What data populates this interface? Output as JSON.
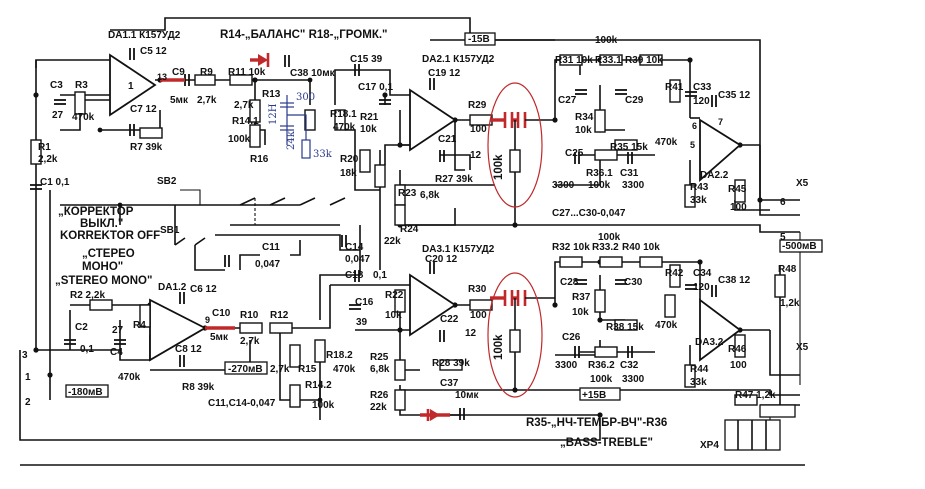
{
  "colors": {
    "ink": "#111111",
    "annotation_red": "#c0282a",
    "annotation_blue": "#2a3a8c",
    "paper": "#ffffff"
  },
  "header": {
    "balance": "R14-„БАЛАНС\" R18-„ГРОМК.\"",
    "voltage_top": "-15В"
  },
  "opamps": {
    "da11": "DA1.1 К157УД2",
    "da21": "DA2.1 К157УД2",
    "da31": "DA3.1 К157УД2",
    "da12": "DA1.2",
    "da22": "DA2.2",
    "da32": "DA3.2"
  },
  "labels": {
    "c512": "C5 12",
    "c9": "C9",
    "r9": "R9",
    "r11": "R11 10k",
    "c38": "C38 10мк",
    "c1539": "C15 39",
    "c3": "C3",
    "r3": "R3",
    "v27a": "27",
    "v470ka": "470k",
    "c712": "C7 12",
    "r739": "R7 39k",
    "r1": "R1",
    "r1v": "2,2k",
    "c1": "C1 0,1",
    "mk5a": "5мк",
    "v27k": "2,7k",
    "r13": "R13",
    "r141": "R14.1",
    "v100ka": "100k",
    "r16": "R16",
    "v27kb": "2,7k",
    "r181": "R18.1",
    "v470kb": "470k",
    "r21": "R21",
    "r21v": "10k",
    "c17": "C17 0,1",
    "c19": "C19 12",
    "r29": "R29",
    "r29v": "100",
    "c21": "C21",
    "c21v": "12",
    "r27": "R27 39k",
    "r23": "R23",
    "r23v": "6,8k",
    "r24": "R24",
    "r24v": "22k",
    "r20": "R20",
    "r20v": "18k",
    "sb2": "SB2",
    "sb1": "SB1",
    "corr1": "„КОРРЕКТОР",
    "corr2": "ВЫКЛ.\"",
    "corr3": "KORREKTOR OFF",
    "st1": "„СТЕРЕО",
    "st2": "МОНО\"",
    "st3": "„STEREO MONO\"",
    "c11": "C11",
    "c11v": "0,047",
    "c14": "C14",
    "c14v": "0,047",
    "r2": "R2 2,2k",
    "c2": "C2",
    "c2v": "0,1",
    "c4": "C4",
    "c4v": "27",
    "r4": "R4",
    "v470kc": "470k",
    "c612": "C6 12",
    "c10": "C10",
    "mk5b": "5мк",
    "r10": "R10",
    "r10v": "2,7k",
    "r12": "R12",
    "c812": "C8 12",
    "v270": "-270мВ",
    "r839": "R8 39k",
    "c11c14": "C11,C14-0,047",
    "v180": "-180мВ",
    "n3": "3",
    "n2": "2",
    "n1": "1",
    "n6": "6",
    "n5": "5",
    "r15": "R15",
    "r15v": "2,7k",
    "r142": "R14.2",
    "r142v": "100k",
    "r182": "R18.2",
    "r182v": "470k",
    "c18": "C18",
    "c18v": "0,1",
    "c16": "C16",
    "c16v": "39",
    "r22": "R22",
    "r22v": "10k",
    "c20": "C20 12",
    "r30": "R30",
    "r30v": "100",
    "c22": "C22",
    "c22v": "12",
    "r28": "R28 39k",
    "r25": "R25",
    "r25v": "6,8k",
    "r26": "R26",
    "r26v": "22k",
    "c37": "C37",
    "c37v": "10мк",
    "v15p": "+15В",
    "r31": "R31 10k",
    "r331": "R33.1",
    "r39": "R39 10k",
    "c27": "C27",
    "c29": "C29",
    "r34": "R34",
    "r34v": "10k",
    "r35": "R35 15k",
    "r41": "R41",
    "r41v": "470k",
    "c33": "C33",
    "c33v": "120",
    "c3512": "C35 12",
    "c25": "C25",
    "c25v": "3300",
    "r361": "R36.1",
    "r361v": "100k",
    "c31": "C31",
    "c31v": "3300",
    "c27c30": "C27...C30-0,047",
    "r43": "R43",
    "r43v": "33k",
    "r45": "R45",
    "r45v": "100",
    "k100a": "100k",
    "r32": "R32 10k",
    "r332": "R33.2",
    "r40": "R40 10k",
    "v500": "-500мВ",
    "c28": "C28",
    "c30": "C30",
    "r37": "R37",
    "r37v": "10k",
    "r38": "R38 15k",
    "r42": "R42",
    "r42v": "470k",
    "c34": "C34",
    "c34v": "120",
    "c3812": "C38 12",
    "c26": "C26",
    "c26v": "3300",
    "r362": "R36.2",
    "r362v": "100k",
    "c32": "C32",
    "c32v": "3300",
    "r44": "R44",
    "r44v": "33k",
    "r46": "R46",
    "r46v": "100",
    "k100b": "100k",
    "r47": "R47 1,2k",
    "r48": "R48",
    "r48v": "1,2k",
    "x5a": "X5",
    "x5b": "X5",
    "xp4": "XP4",
    "bt1": "R35-„НЧ-ТЕМБР-ВЧ\"-R36",
    "bt2": "„BASS-TREBLE\"",
    "p13a": "13",
    "p9a": "9",
    "p7a": "7",
    "p6a": "6",
    "p5a": "5"
  },
  "annotations": {
    "blue_300": "300",
    "blue_12h": "12H",
    "blue_24k": "24k",
    "blue_33k": "33k",
    "red_100ka": "100k",
    "red_100kb": "100k"
  }
}
